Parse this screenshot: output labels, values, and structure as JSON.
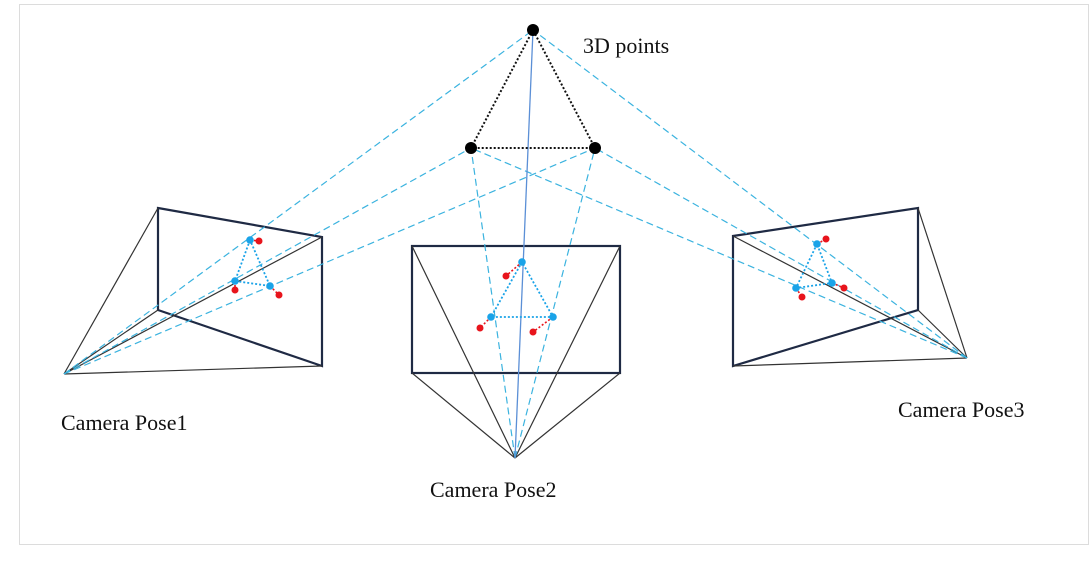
{
  "diagram": {
    "title": "Multi-view camera projection of 3D points",
    "labels": {
      "points": "3D points",
      "pose1": "Camera Pose1",
      "pose2": "Camera Pose2",
      "pose3": "Camera Pose3"
    },
    "colors": {
      "point_3d": "#000000",
      "projection_ray": "#3bb3df",
      "projected_point": "#1aa3e8",
      "reprojection_error": "#e8141c",
      "image_plane": "#1f2a44",
      "frustum_edge": "#333333",
      "optical_axis": "#5b8fd6"
    },
    "legend_semantics": {
      "black_dots": "3D points",
      "blue_dots": "observed projections",
      "red_dots": "reprojected points",
      "dashed_blue": "projection rays"
    }
  }
}
